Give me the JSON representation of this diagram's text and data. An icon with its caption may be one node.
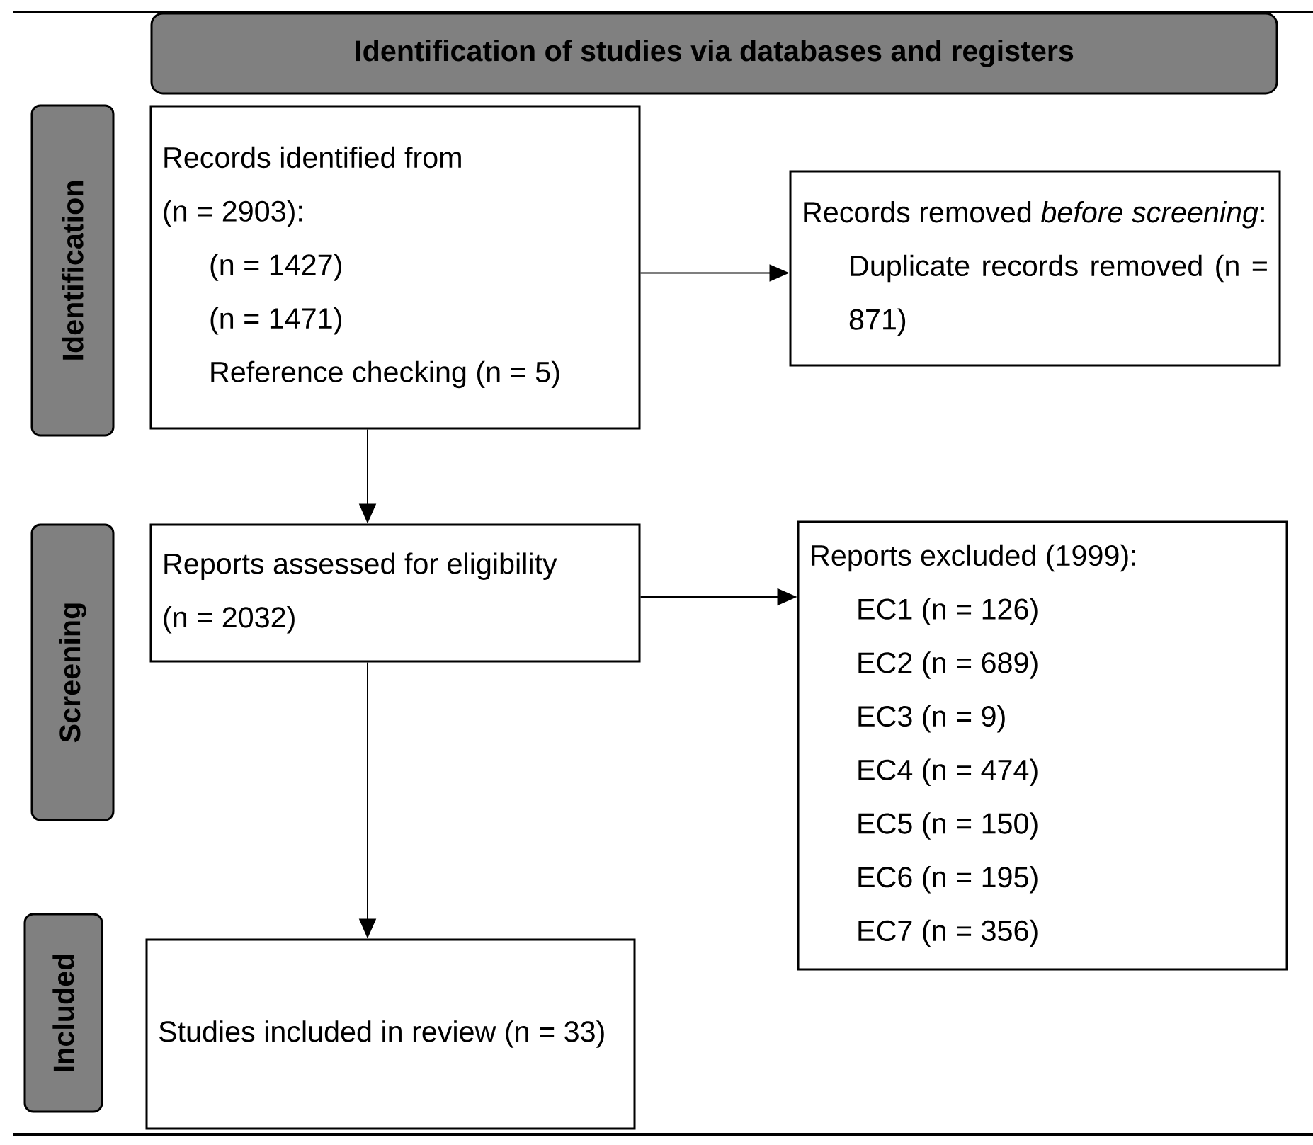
{
  "diagram": {
    "nodes": [
      {
        "text": [
          "Identification of studies via databases and registers"
        ]
      },
      {
        "text": [
          "Identification"
        ]
      },
      {
        "text": [
          "Records identified from (n = 2903):",
          "(n = 1427)",
          "(n = 1471)",
          "Reference checking (n = 5)"
        ]
      },
      {
        "text": [
          "Records removed *before screening*:",
          "Duplicate records removed (n = 871)"
        ]
      },
      {
        "text": [
          "Screening"
        ]
      },
      {
        "text": [
          "Reports assessed for eligibility (n = 2032)"
        ]
      },
      {
        "text": [
          "Reports excluded (1999):",
          "EC1 (n = 126)",
          "EC2 (n = 689)",
          "EC3 (n = 9)",
          "EC4 (n = 474)",
          "EC5 (n = 150)",
          "EC6 (n = 195)",
          "EC7 (n = 356)"
        ]
      },
      {
        "text": [
          "Included"
        ]
      },
      {
        "text": [
          "Studies included in review (n = 33)"
        ]
      }
    ],
    "edges": [
      {
        "from": 2,
        "to": 3,
        "arrow": "to"
      },
      {
        "from": 2,
        "to": 5,
        "arrow": "to"
      },
      {
        "from": 5,
        "to": 6,
        "arrow": "to"
      },
      {
        "from": 5,
        "to": 8,
        "arrow": "to"
      }
    ]
  }
}
